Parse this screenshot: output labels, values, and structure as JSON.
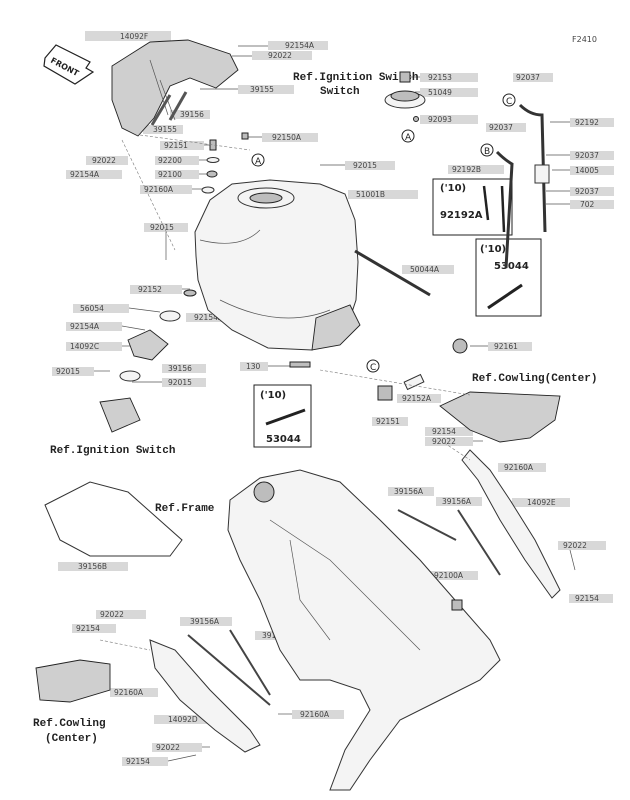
{
  "figure_id": "F2410",
  "front_label": "FRONT",
  "refs": {
    "ignition_switch_top": "Ref.Ignition Switch",
    "ignition_switch_bottom": "Ref.Ignition Switch",
    "cowling_center_right": "Ref.Cowling(Center)",
    "cowling_center_left_1": "Ref.Cowling",
    "cowling_center_left_2": "(Center)",
    "frame": "Ref.Frame"
  },
  "callouts": {
    "A": "A",
    "B": "B",
    "C": "C"
  },
  "boxes": {
    "box1_note": "('10)",
    "box1_part": "92192A",
    "box2_note": "('10)",
    "box2_part": "53044",
    "box3_note": "('10)",
    "box3_part": "53044"
  },
  "labels": {
    "l14092F": "14092F",
    "l92154A_top": "92154A",
    "l92022_top": "92022",
    "l39155_a": "39155",
    "l39156": "39156",
    "l39155_b": "39155",
    "l92022_left": "92022",
    "l92154A_left": "92154A",
    "l92150A": "92150A",
    "l92151": "92151",
    "l92200": "92200",
    "l92100": "92100",
    "l92160A": "92160A",
    "l92015_a": "92015",
    "l92015_b": "92015",
    "l51001B": "51001B",
    "l92153": "92153",
    "l51049": "51049",
    "l92093": "92093",
    "l92037_a": "92037",
    "l92192": "92192",
    "l92037_b": "92037",
    "l92037_c": "92037",
    "l92192B": "92192B",
    "l14005": "14005",
    "l92037_d": "92037",
    "l702": "702",
    "l50044A": "50044A",
    "l92152": "92152",
    "l56054": "56054",
    "l92154A_mid": "92154A",
    "l92154A_lock": "92154A",
    "l14092C": "14092C",
    "l92015_c": "92015",
    "l39156_mid": "39156",
    "l92015_d": "92015",
    "l130": "130",
    "l92161": "92161",
    "l92152A": "92152A",
    "l92151_b": "92151",
    "l92154_r": "92154",
    "l92022_r": "92022",
    "l92160A_r": "92160A",
    "l39156A_a": "39156A",
    "l39156A_b": "39156A",
    "l14092E": "14092E",
    "l39156B": "39156B",
    "l92100A": "92100A",
    "l92022_r2": "92022",
    "l92154_r2": "92154",
    "l92022_bl": "92022",
    "l92154_bl": "92154",
    "l39156A_c": "39156A",
    "l39156A_d": "39156A",
    "l92160A_bl": "92160A",
    "l92160A_b": "92160A",
    "l14092D": "14092D",
    "l92022_bot": "92022",
    "l92154_bot": "92154"
  }
}
